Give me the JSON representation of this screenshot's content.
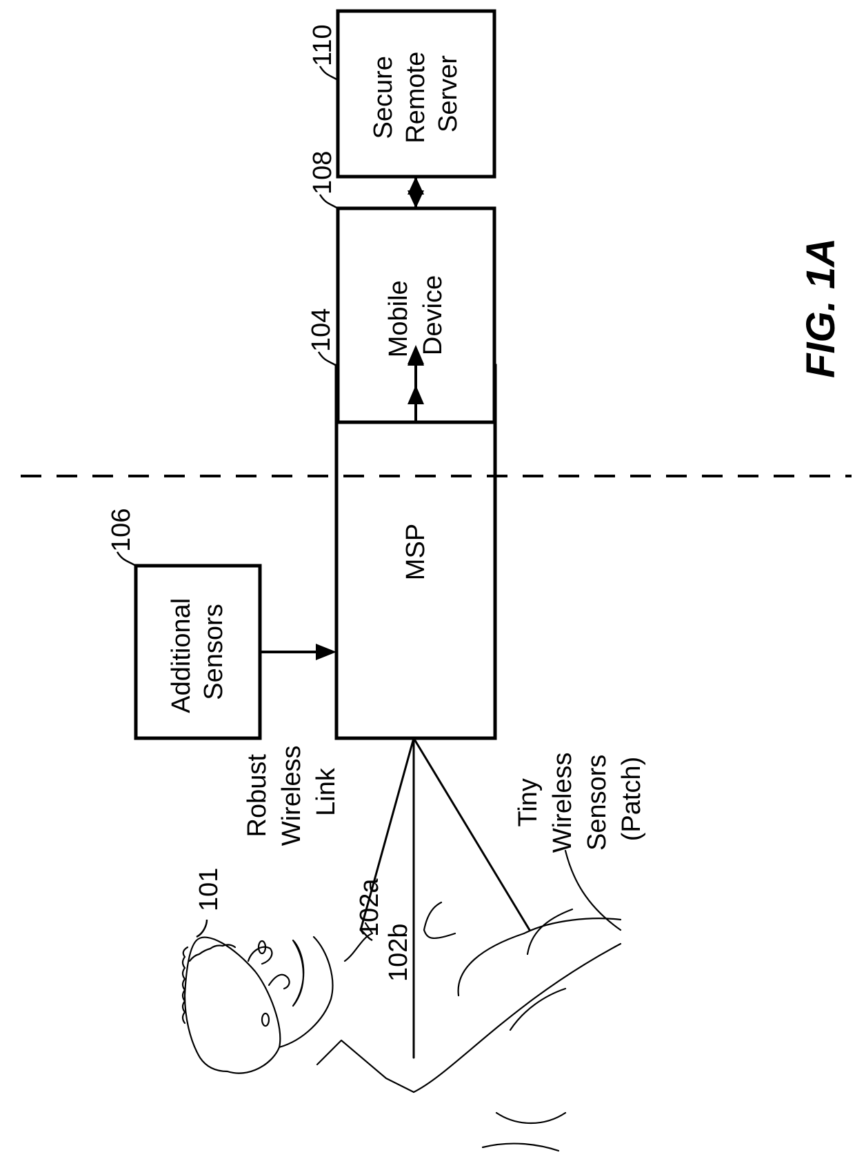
{
  "figure_label": "FIG. 1A",
  "boxes": {
    "additional_sensors": {
      "ref": "106",
      "lines": [
        "Additional",
        "Sensors"
      ]
    },
    "msp": {
      "ref": "104",
      "lines": [
        "MSP"
      ]
    },
    "mobile_device": {
      "ref": "108",
      "lines": [
        "Mobile",
        "Device"
      ]
    },
    "secure_remote_server": {
      "ref": "110",
      "lines": [
        "Secure",
        "Remote",
        "Server"
      ]
    }
  },
  "person_ref": "101",
  "sensor_refs": {
    "a": "102a",
    "b": "102b"
  },
  "captions": {
    "robust_link": [
      "Robust",
      "Wireless",
      "Link"
    ],
    "tiny_sensors": [
      "Tiny",
      "Wireless",
      "Sensors",
      "(Patch)"
    ]
  }
}
